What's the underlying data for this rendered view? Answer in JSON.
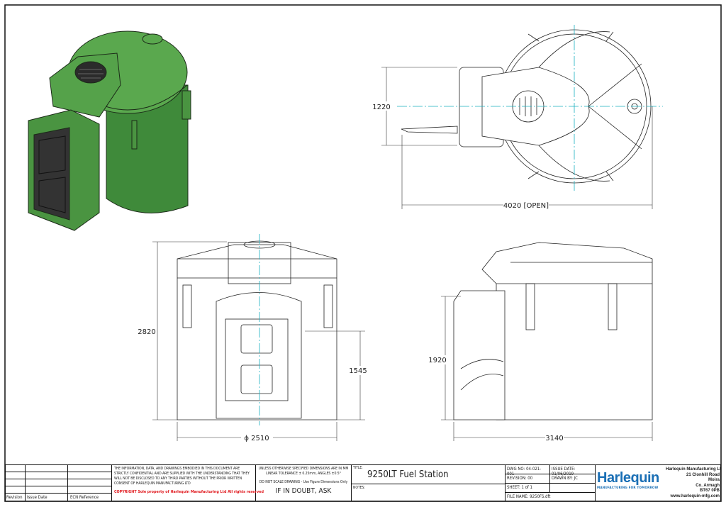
{
  "dimensions": {
    "top_view_height": "1220",
    "top_view_width": "4020 [OPEN]",
    "front_height": "2820",
    "front_cabinet_height": "1545",
    "front_diameter": "ϕ 2510",
    "side_cabinet_height": "1920",
    "side_width": "3140"
  },
  "title_block": {
    "revision_header": "Revision",
    "issue_date_header": "Issue Date",
    "ecn_header": "ECN Reference",
    "confidentiality": "THE INFORMATION, DATA, AND DRAWINGS EMBODIED IN THIS DOCUMENT ARE STRICTLY CONFIDENTIAL AND ARE SUPPLIED WITH THE UNDERSTANDING THAT THEY WILL NOT BE DISCLOSED TO ANY THIRD PARTIES WITHOUT THE PRIOR WRITTEN CONSENT OF HARLEQUIN MANUFACTURING LTD",
    "copyright_label": "COPYRIGHT",
    "copyright_text": "Sole property of Harlequin Manufacturing Ltd  All rights reserved",
    "tolerance_text": "UNLESS OTHERWISE SPECIFIED DIMENSIONS ARE IN MM LINEAR TOLERANCE ± 0.25mm, ANGLES ±0.5°",
    "scale_text": "DO NOT SCALE DRAWING - Use Figure Dimensions Only",
    "doubt_text": "IF IN DOUBT, ASK",
    "title_label": "TITLE:",
    "title": "9250LT Fuel Station",
    "notes_label": "NOTES:",
    "dwg_no_label": "DWG NO:",
    "dwg_no": "04-021-001",
    "issue_date_label": "ISSUE DATE:",
    "issue_date": "01/06/2019",
    "revision_label": "REVISION:",
    "revision": "00",
    "drawn_by_label": "DRAWN BY:",
    "drawn_by": "JC",
    "sheet_label": "SHEET:",
    "sheet": "1 of 1",
    "file_name_label": "FILE NAME:",
    "file_name": "9250FS.dft",
    "logo_text": "Harlequin",
    "logo_tagline": "MANUFACTURING FOR TOMORROW",
    "address": [
      "Harlequin Manufacturing Ltd",
      "21 Clonhill Road",
      "Moira",
      "Co. Armagh",
      "BT67 0PB",
      "www.harlequin-mfg.com"
    ]
  },
  "colors": {
    "tank_green": "#4f9a45",
    "tank_dark": "#2f6d2c",
    "copyright_red": "#e0161b",
    "logo_blue": "#1a6fb5"
  }
}
